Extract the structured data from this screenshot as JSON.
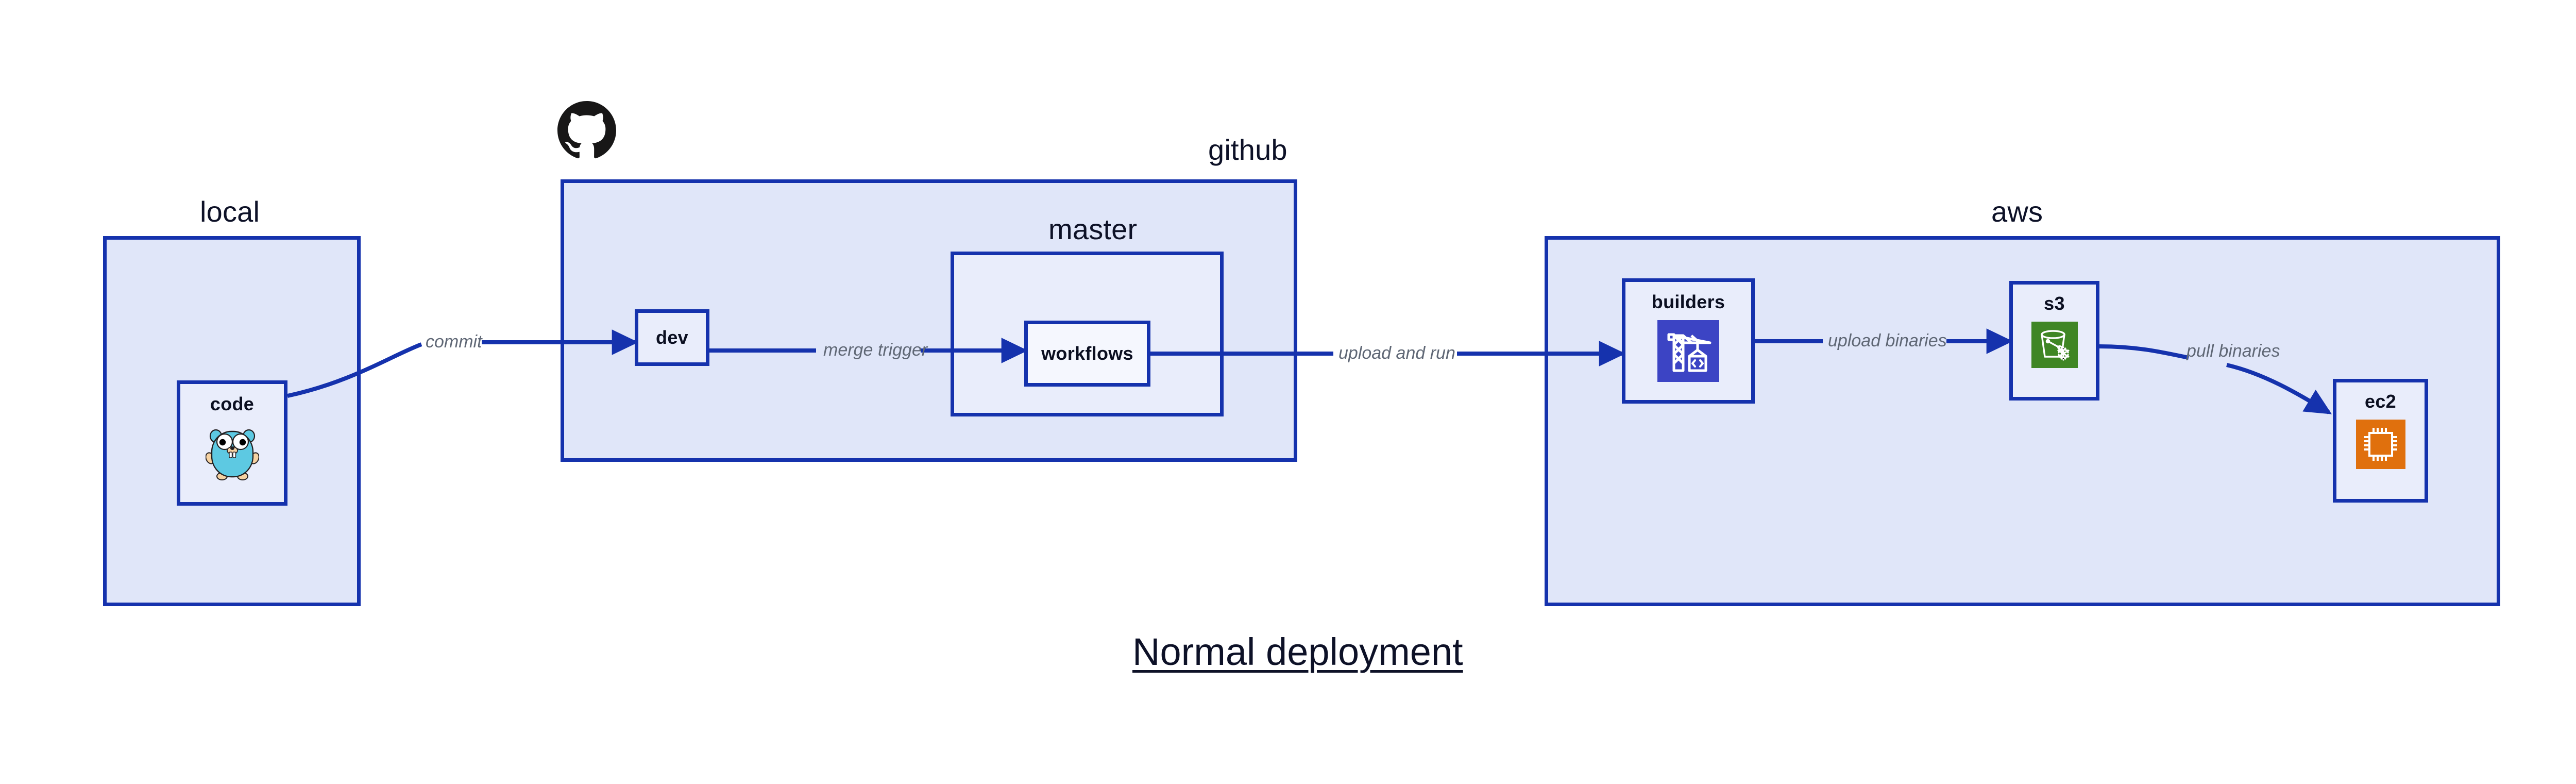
{
  "diagram": {
    "title": "Normal deployment",
    "background_color": "#ffffff",
    "accent_color": "#1532ad",
    "group_fill": "#e0e6f9",
    "node_fill": "#e9edfb",
    "label_color": "#5f6775"
  },
  "groups": [
    {
      "id": "local",
      "label": "local"
    },
    {
      "id": "github",
      "label": "github"
    },
    {
      "id": "master",
      "label": "master"
    },
    {
      "id": "aws",
      "label": "aws"
    }
  ],
  "nodes": [
    {
      "id": "code",
      "label": "code",
      "icon": "go-gopher-icon"
    },
    {
      "id": "dev",
      "label": "dev",
      "icon": "none"
    },
    {
      "id": "workflows",
      "label": "workflows",
      "icon": "none"
    },
    {
      "id": "builders",
      "label": "builders",
      "icon": "aws-codebuild-icon",
      "icon_color": "#3c44c4"
    },
    {
      "id": "s3",
      "label": "s3",
      "icon": "aws-s3-glacier-icon",
      "icon_color": "#3f8624"
    },
    {
      "id": "ec2",
      "label": "ec2",
      "icon": "aws-ec2-icon",
      "icon_color": "#e0700d"
    }
  ],
  "edges": [
    {
      "id": "commit",
      "from": "code",
      "to": "dev",
      "label": "commit"
    },
    {
      "id": "merge-trigger",
      "from": "dev",
      "to": "workflows",
      "label": "merge trigger"
    },
    {
      "id": "upload-and-run",
      "from": "workflows",
      "to": "builders",
      "label": "upload and run"
    },
    {
      "id": "upload-binaries",
      "from": "builders",
      "to": "s3",
      "label": "upload binaries"
    },
    {
      "id": "pull-binaries",
      "from": "s3",
      "to": "ec2",
      "label": "pull binaries"
    }
  ],
  "logos": [
    {
      "id": "github-logo",
      "name": "github-octocat-icon",
      "color": "#181717"
    }
  ]
}
